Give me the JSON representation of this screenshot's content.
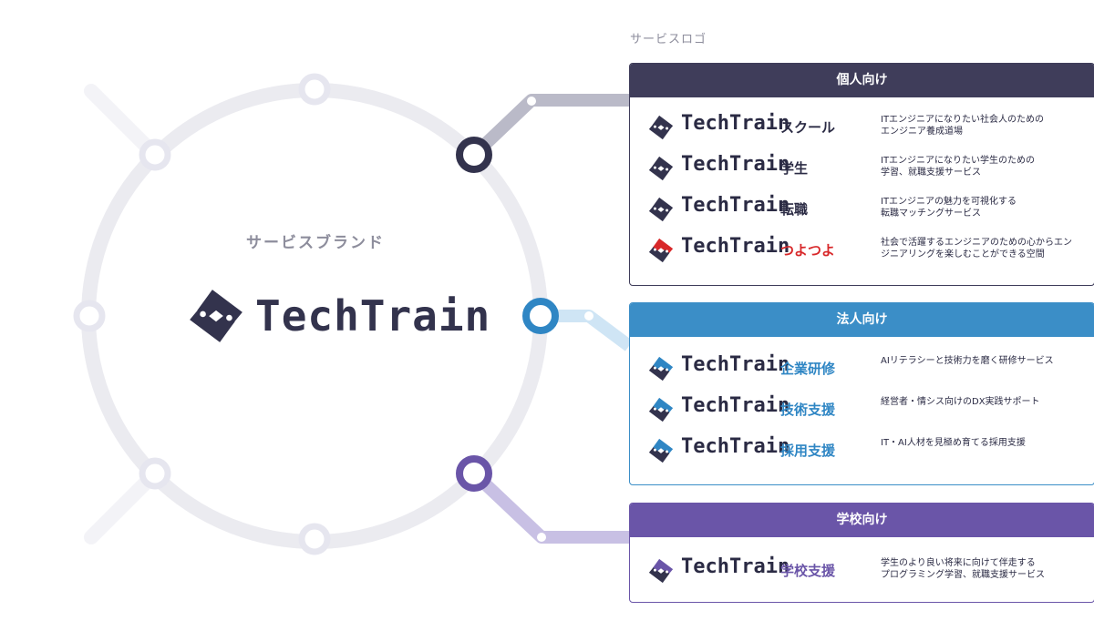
{
  "brand": {
    "heading": "サービスブランド",
    "wordmark": "TechTrain"
  },
  "logos_heading": "サービスロゴ",
  "groups": [
    {
      "title": "個人向け",
      "color": "#3f3d5a",
      "items": [
        {
          "wordmark": "TechTrain",
          "name": "スクール",
          "name_color": "#2b2b44",
          "icon_color": "#33334d",
          "description": "ITエンジニアになりたい社会人のための\nエンジニア養成道場"
        },
        {
          "wordmark": "TechTrain",
          "name": "学生",
          "name_color": "#2b2b44",
          "icon_color": "#33334d",
          "description": "ITエンジニアになりたい学生のための\n学習、就職支援サービス"
        },
        {
          "wordmark": "TechTrain",
          "name": "転職",
          "name_color": "#2b2b44",
          "icon_color": "#33334d",
          "description": "ITエンジニアの魅力を可視化する\n転職マッチングサービス"
        },
        {
          "wordmark": "TechTrain",
          "name": "つよつよ",
          "name_color": "#d8282a",
          "icon_color": "#d8282a",
          "description": "社会で活躍するエンジニアのための心からエン\nジニアリングを楽しむことができる空間"
        }
      ]
    },
    {
      "title": "法人向け",
      "color": "#3b8ec7",
      "items": [
        {
          "wordmark": "TechTrain",
          "name": "企業研修",
          "name_color": "#2f86c4",
          "icon_color": "#2f86c4",
          "description": "AIリテラシーと技術力を磨く研修サービス"
        },
        {
          "wordmark": "TechTrain",
          "name": "技術支援",
          "name_color": "#2f86c4",
          "icon_color": "#2f86c4",
          "description": "経営者・情シス向けのDX実践サポート"
        },
        {
          "wordmark": "TechTrain",
          "name": "採用支援",
          "name_color": "#2f86c4",
          "icon_color": "#2f86c4",
          "description": "IT・AI人材を見極め育てる採用支援"
        }
      ]
    },
    {
      "title": "学校向け",
      "color": "#6a55a8",
      "items": [
        {
          "wordmark": "TechTrain",
          "name": "学校支援",
          "name_color": "#6a55a8",
          "icon_color": "#6a55a8",
          "description": "学生のより良い将来に向けて伴走する\nプログラミング学習、就職支援サービス"
        }
      ]
    }
  ]
}
